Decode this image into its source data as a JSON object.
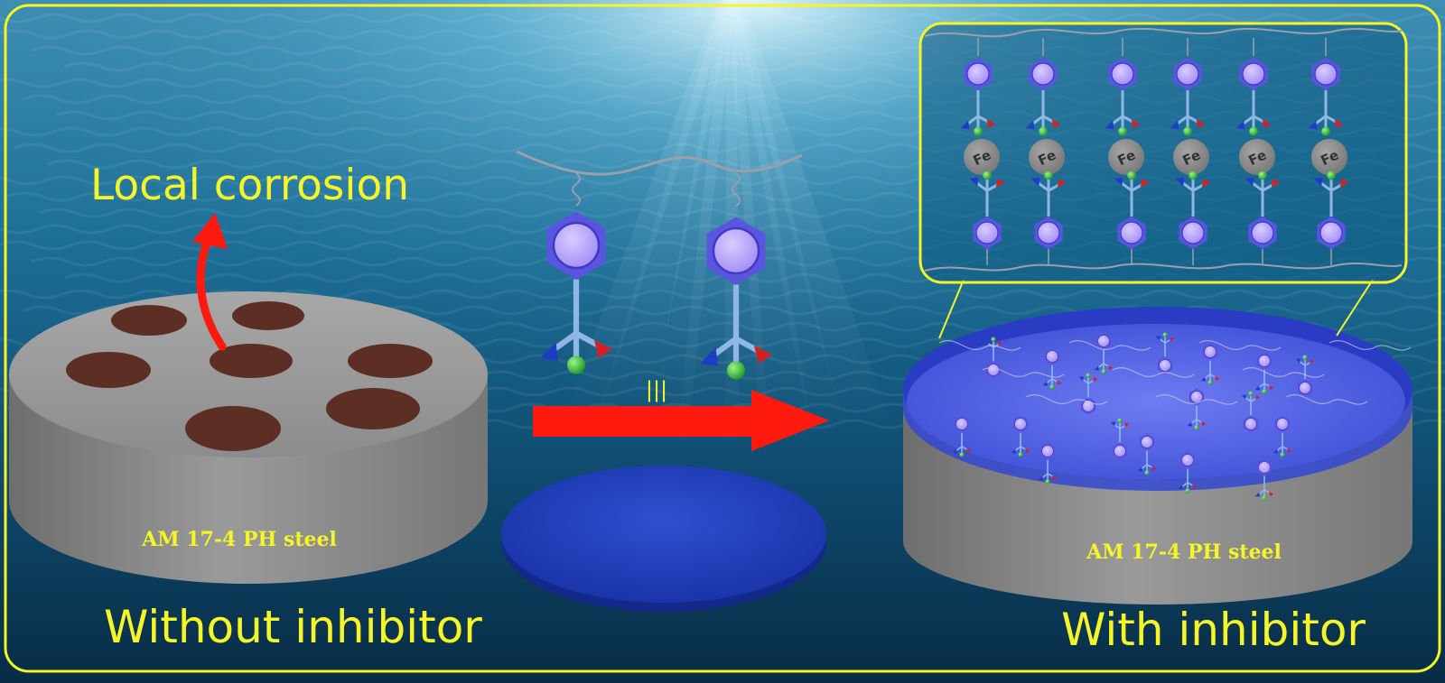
{
  "labels": {
    "local_corrosion": "Local corrosion",
    "steel_left": "AM 17-4 PH steel",
    "steel_right": "AM 17-4 PH steel",
    "without": "Without inhibitor",
    "with": "With inhibitor",
    "equiv": "|||",
    "fe": "Fe"
  },
  "colors": {
    "text": "#f5f528",
    "border": "#f5f528",
    "arrow": "#ff1a0f",
    "steel": "#9a9a9a",
    "pit": "#5c2e24",
    "film": "#2940d8",
    "ring": "#5a55e0",
    "ring_fill": "#b8a8ff",
    "fe_atom": "#8a8a8a"
  },
  "icons": {
    "molecule": "benzene-ring-with-functional-group",
    "atom": "iron-atom"
  }
}
